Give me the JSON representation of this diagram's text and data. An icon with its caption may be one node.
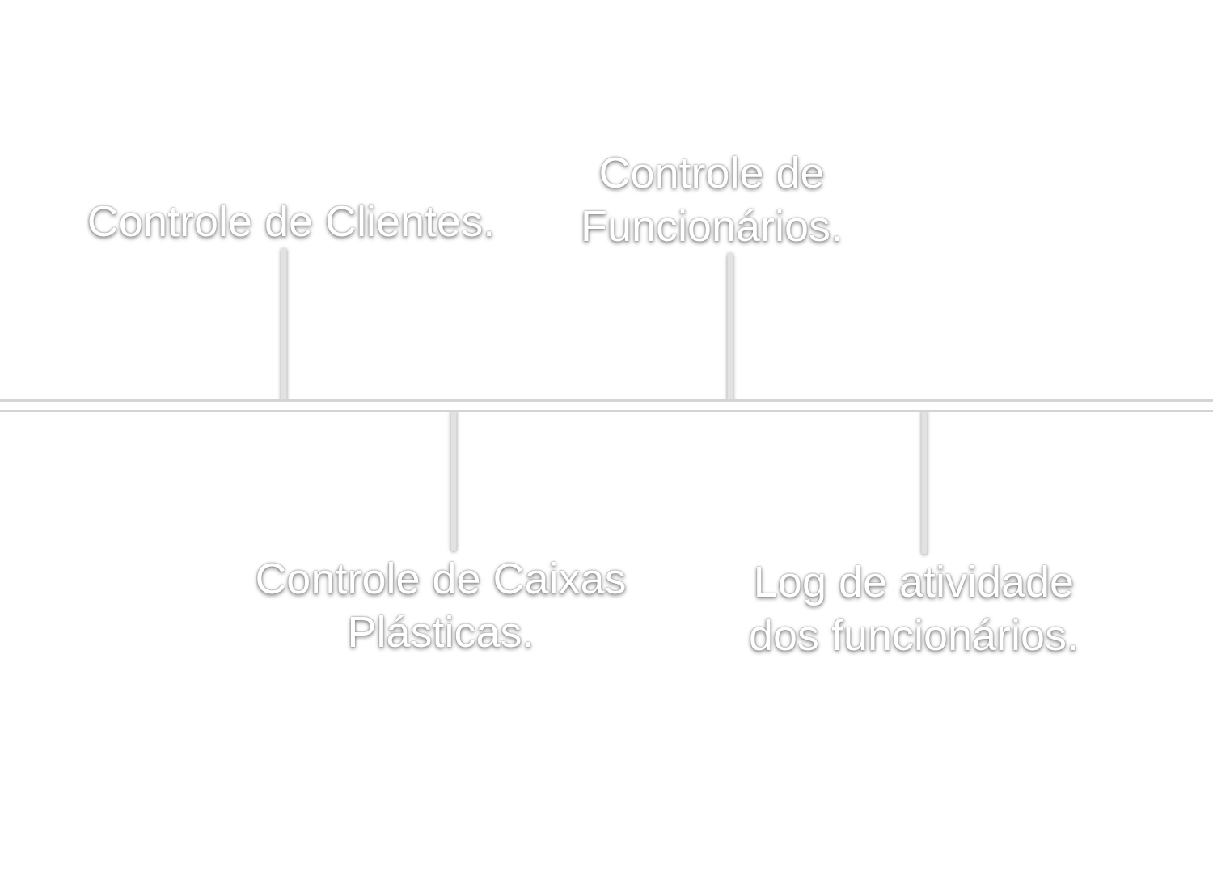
{
  "diagram": {
    "nodes": [
      {
        "text": [
          "Controle de Clientes."
        ]
      },
      {
        "text": [
          "Controle de Funcionários."
        ]
      },
      {
        "text": [],
        "shape": "bar"
      },
      {
        "text": [
          "Controle de Caixas Plásticas."
        ]
      },
      {
        "text": [
          "Log de atividade dos funcionários."
        ]
      }
    ],
    "edges": [
      {
        "from": 0,
        "to": 2,
        "arrow": "none"
      },
      {
        "from": 1,
        "to": 2,
        "arrow": "none"
      },
      {
        "from": 3,
        "to": 2,
        "arrow": "none"
      },
      {
        "from": 4,
        "to": 2,
        "arrow": "none"
      }
    ]
  }
}
